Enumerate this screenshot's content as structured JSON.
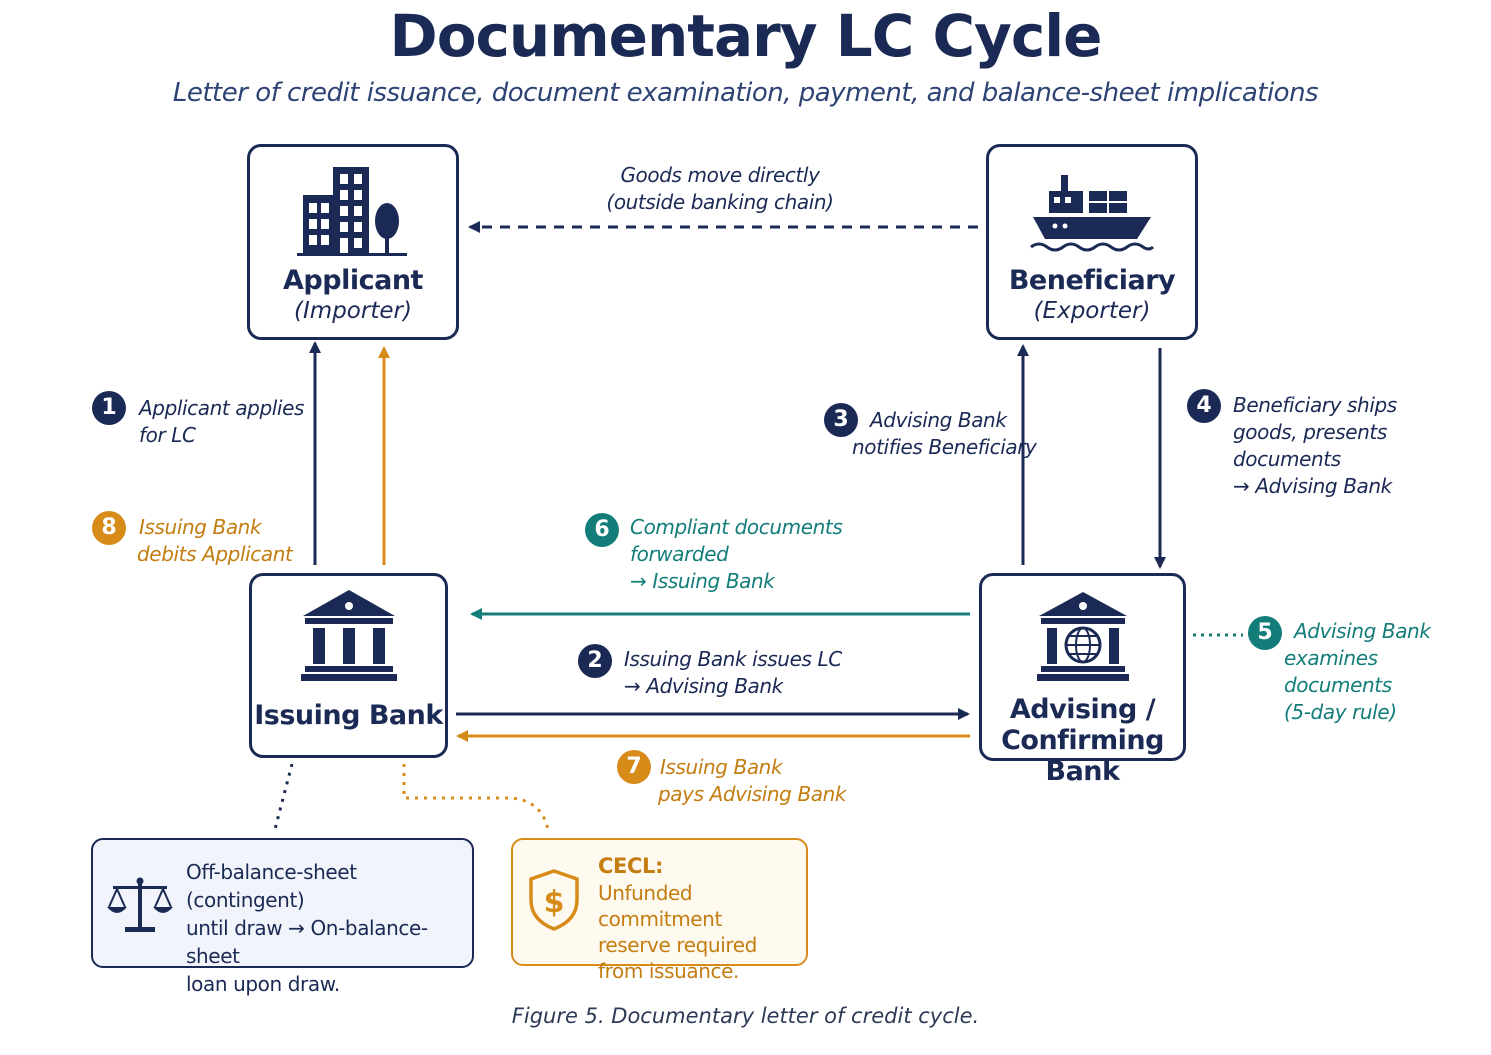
{
  "title": "Documentary LC Cycle",
  "subtitle": "Letter of credit issuance, document examination, payment, and balance-sheet implications",
  "colors": {
    "navy": "#1b2a55",
    "teal": "#137d7a",
    "gold": "#d78c1a",
    "note_bg": "#f1f4fa",
    "cecl_bg": "#fffaf0"
  },
  "nodes": {
    "applicant": {
      "name": "Applicant",
      "role": "(Importer)",
      "icon": "office-building-icon"
    },
    "beneficiary": {
      "name": "Beneficiary",
      "role": "(Exporter)",
      "icon": "cargo-ship-icon"
    },
    "issuing_bank": {
      "name": "Issuing Bank",
      "icon": "bank-building-icon"
    },
    "advising_bank": {
      "name_line1": "Advising /",
      "name_line2": "Confirming Bank",
      "icon": "bank-globe-icon"
    }
  },
  "goods_flow": {
    "line1": "Goods move directly",
    "line2": "(outside banking chain)"
  },
  "steps": [
    {
      "n": "1",
      "line1": "Applicant applies",
      "line2": "for LC"
    },
    {
      "n": "2",
      "line1": "Issuing Bank issues LC",
      "line2": "→ Advising Bank"
    },
    {
      "n": "3",
      "line1": "Advising Bank",
      "line2": "notifies Beneficiary"
    },
    {
      "n": "4",
      "line1": "Beneficiary ships",
      "line2": "goods, presents",
      "line3": "documents",
      "line4": "→ Advising Bank"
    },
    {
      "n": "5",
      "line1": "Advising Bank",
      "line2": "examines documents",
      "line3": "(5-day rule)"
    },
    {
      "n": "6",
      "line1": "Compliant documents",
      "line2": "forwarded",
      "line3": "→ Issuing Bank"
    },
    {
      "n": "7",
      "line1": "Issuing Bank",
      "line2": "pays Advising Bank"
    },
    {
      "n": "8",
      "line1": "Issuing Bank",
      "line2": "debits Applicant"
    }
  ],
  "notes": {
    "balance_sheet": {
      "line1": "Off-balance-sheet (contingent)",
      "line2": "until draw → On-balance-sheet",
      "line3": "loan upon draw.",
      "icon": "scales-icon"
    },
    "cecl": {
      "heading": "CECL:",
      "line1": "Unfunded commitment",
      "line2": "reserve required",
      "line3": "from issuance.",
      "icon": "dollar-shield-icon"
    }
  },
  "caption": "Figure 5. Documentary letter of credit cycle."
}
